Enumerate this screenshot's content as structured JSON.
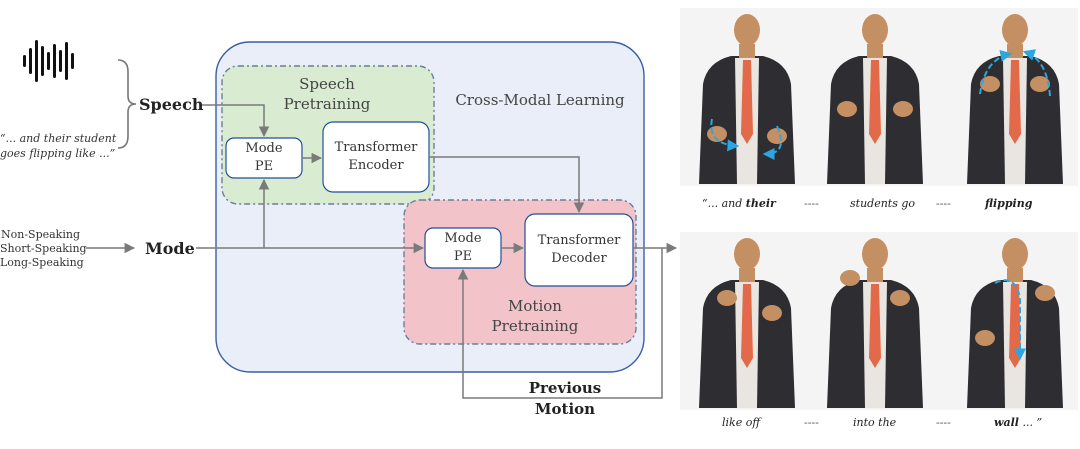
{
  "inputs": {
    "speech_quote_line1": "“... and their student",
    "speech_quote_line2": "goes flipping like ...”",
    "speech_label": "Speech",
    "mode_options": [
      "Non-Speaking",
      "Short-Speaking",
      "Long-Speaking"
    ],
    "mode_label": "Mode",
    "previous_motion_line1": "Previous",
    "previous_motion_line2": "Motion"
  },
  "regions": {
    "cross_modal": "Cross-Modal Learning",
    "speech_pretraining_line1": "Speech",
    "speech_pretraining_line2": "Pretraining",
    "motion_pretraining_line1": "Motion",
    "motion_pretraining_line2": "Pretraining"
  },
  "blocks": {
    "mode_pe_speech": [
      "Mode",
      "PE"
    ],
    "transformer_encoder": [
      "Transformer",
      "Encoder"
    ],
    "mode_pe_motion": [
      "Mode",
      "PE"
    ],
    "transformer_decoder": [
      "Transformer",
      "Decoder"
    ]
  },
  "captions": {
    "top": {
      "quote_open": "“... and ",
      "word1": "their",
      "sep1": "----",
      "word2": "students go",
      "sep2": "----",
      "word3": "flipping"
    },
    "bottom": {
      "word1": "like off",
      "sep1": "----",
      "word2": "into the",
      "sep2": "----",
      "word3": "wall",
      "quote_close": " ... ”"
    }
  },
  "colors": {
    "cross_modal_fill": "#e9eef8",
    "cross_modal_stroke": "#3b5fa6",
    "speech_fill": "#d9ecd2",
    "speech_stroke": "#6b7f96",
    "motion_fill": "#f2c3c8",
    "motion_stroke": "#6b7f96",
    "block_stroke": "#1f4f9a",
    "arrow": "#7a7a7a",
    "motion_arrow": "#2aa7e0",
    "tie": "#e26a4a",
    "jacket": "#2e2e32",
    "skin": "#c48f63"
  }
}
